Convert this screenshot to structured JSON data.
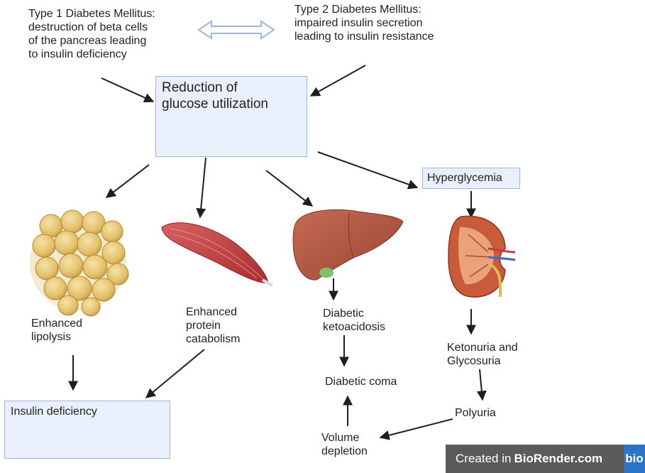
{
  "labels": {
    "type1": "Type 1 Diabetes Mellitus:\ndestruction of beta cells\nof the pancreas leading\nto insulin deficiency",
    "type2": "Type 2 Diabetes Mellitus:\nimpaired insulin secretion\nleading to insulin resistance",
    "reduction": "Reduction of\nglucose utilization",
    "hyperglycemia": "Hyperglycemia",
    "lipolysis": "Enhanced\nlipolysis",
    "protein": "Enhanced\nprotein\ncatabolism",
    "ketoacidosis": "Diabetic\nketoacidosis",
    "ketonuria": "Ketonuria and\nGlycosuria",
    "coma": "Diabetic coma",
    "polyuria": "Polyuria",
    "volume": "Volume\ndepletion",
    "insulin_def": "Insulin deficiency"
  },
  "badge": {
    "prefix": "Created in",
    "brand": "BioRender.com",
    "logo": "bio"
  },
  "icons": [
    "fat-cells-icon",
    "muscle-icon",
    "liver-icon",
    "kidney-icon"
  ],
  "colors": {
    "box_fill": "#e9f0fb",
    "box_border": "#9fb6d9",
    "arrow": "#1e1e1e"
  }
}
